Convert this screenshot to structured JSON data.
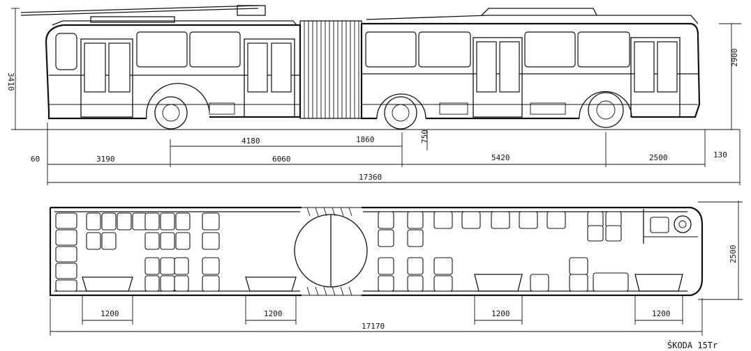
{
  "side_view": {
    "dims": {
      "d3410": "3410",
      "d2900": "2900",
      "d750": "750",
      "d4180": "4180",
      "d1860": "1860",
      "d60": "60",
      "d3190": "3190",
      "d6060": "6060",
      "d5420": "5420",
      "d2500": "2500",
      "d130": "130",
      "d17360": "17360"
    }
  },
  "plan_view": {
    "dims": {
      "door1": "1200",
      "door2": "1200",
      "door3": "1200",
      "door4": "1200",
      "width": "2500",
      "length": "17170"
    }
  },
  "caption": "ŠKODA 15Tr"
}
